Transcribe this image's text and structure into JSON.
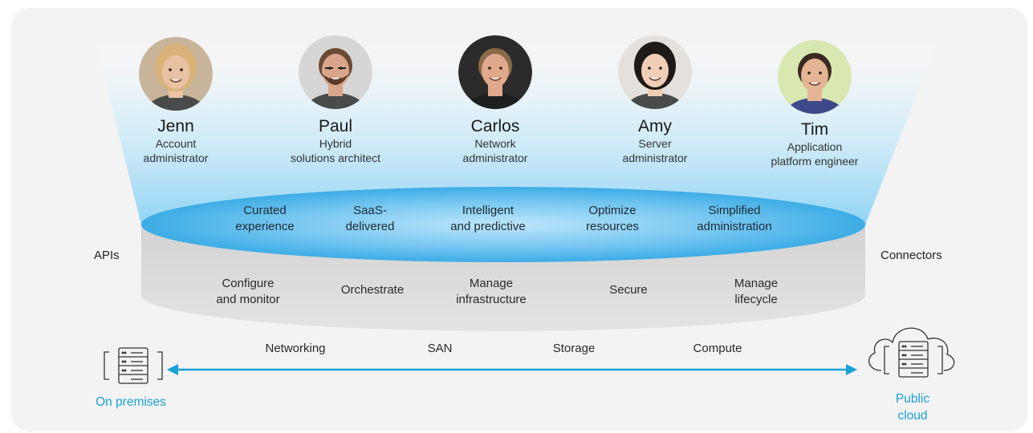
{
  "people": [
    {
      "name": "Jenn",
      "role_line1": "Account",
      "role_line2": "administrator",
      "avatar_bg": "#c7b49a",
      "skin": "#e8c2a3",
      "hair": "#d9b27a"
    },
    {
      "name": "Paul",
      "role_line1": "Hybrid",
      "role_line2": "solutions architect",
      "avatar_bg": "#d6d6d6",
      "skin": "#d9a58a",
      "hair": "#6b4a34"
    },
    {
      "name": "Carlos",
      "role_line1": "Network",
      "role_line2": "administrator",
      "avatar_bg": "#2b2b2b",
      "skin": "#e0a98c",
      "hair": "#8a6a48"
    },
    {
      "name": "Amy",
      "role_line1": "Server",
      "role_line2": "administrator",
      "avatar_bg": "#e4e1dc",
      "skin": "#efcdb6",
      "hair": "#1f1a18"
    },
    {
      "name": "Tim",
      "role_line1": "Application",
      "role_line2": "platform engineer",
      "avatar_bg": "#d8e8b0",
      "skin": "#e4b595",
      "hair": "#3a2a22"
    }
  ],
  "top_features": [
    {
      "line1": "Curated",
      "line2": "experience"
    },
    {
      "line1": "SaaS-",
      "line2": "delivered"
    },
    {
      "line1": "Intelligent",
      "line2": "and predictive"
    },
    {
      "line1": "Optimize",
      "line2": "resources"
    },
    {
      "line1": "Simplified",
      "line2": "administration"
    }
  ],
  "band_features": [
    {
      "line1": "Configure",
      "line2": "and monitor"
    },
    {
      "line1": "Orchestrate",
      "line2": ""
    },
    {
      "line1": "Manage",
      "line2": "infrastructure"
    },
    {
      "line1": "Secure",
      "line2": ""
    },
    {
      "line1": "Manage",
      "line2": "lifecycle"
    }
  ],
  "side_left": "APIs",
  "side_right": "Connectors",
  "resources": [
    "Networking",
    "SAN",
    "Storage",
    "Compute"
  ],
  "on_premises_label": "On premises",
  "public_cloud_line1": "Public",
  "public_cloud_line2": "cloud",
  "colors": {
    "accent": "#1ba0d7",
    "panel": "#f3f3f3",
    "ellipse_top": "#4fb8ea",
    "cylinder": "#d9d9d9"
  }
}
